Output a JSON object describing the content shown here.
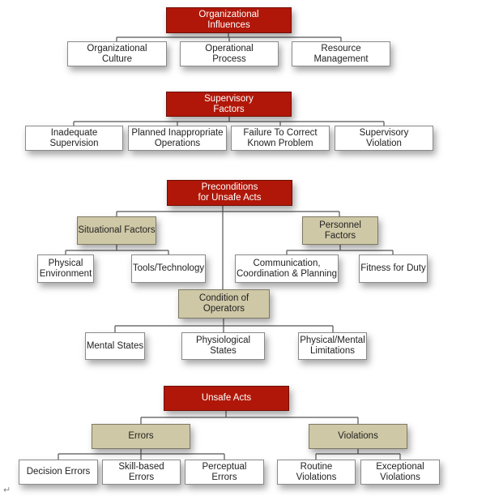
{
  "colors": {
    "primary": "#b01708",
    "secondary": "#cfc8a6",
    "leaf": "#ffffff"
  },
  "sections": [
    {
      "id": "org",
      "title": {
        "label": "Organizational\nInfluences",
        "style": "red"
      },
      "children": [
        {
          "label": "Organizational\nCulture"
        },
        {
          "label": "Operational\nProcess"
        },
        {
          "label": "Resource\nManagement"
        }
      ]
    },
    {
      "id": "sup",
      "title": {
        "label": "Supervisory\nFactors",
        "style": "red"
      },
      "children": [
        {
          "label": "Inadequate\nSupervision"
        },
        {
          "label": "Planned Inappropriate\nOperations"
        },
        {
          "label": "Failure To Correct\nKnown Problem"
        },
        {
          "label": "Supervisory\nViolation"
        }
      ]
    },
    {
      "id": "pre",
      "title": {
        "label": "Preconditions\nfor Unsafe Acts",
        "style": "red"
      },
      "groups": [
        {
          "label": "Situational Factors",
          "children": [
            {
              "label": "Physical\nEnvironment"
            },
            {
              "label": "Tools/Technology"
            }
          ]
        },
        {
          "label": "Personnel Factors",
          "children": [
            {
              "label": "Communication,\nCoordination & Planning"
            },
            {
              "label": "Fitness for Duty"
            }
          ]
        },
        {
          "label": "Condition of\nOperators",
          "children": [
            {
              "label": "Mental States"
            },
            {
              "label": "Physiological States"
            },
            {
              "label": "Physical/Mental\nLimitations"
            }
          ]
        }
      ]
    },
    {
      "id": "ua",
      "title": {
        "label": "Unsafe Acts",
        "style": "red"
      },
      "groups": [
        {
          "label": "Errors",
          "children": [
            {
              "label": "Decision Errors"
            },
            {
              "label": "Skill-based\nErrors"
            },
            {
              "label": "Perceptual\nErrors"
            }
          ]
        },
        {
          "label": "Violations",
          "children": [
            {
              "label": "Routine\nViolations"
            },
            {
              "label": "Exceptional\nViolations"
            }
          ]
        }
      ]
    }
  ],
  "paragraph_mark": "↵"
}
